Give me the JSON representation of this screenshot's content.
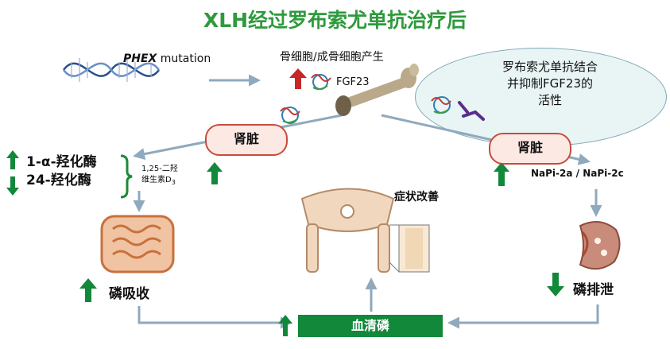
{
  "title": "XLH经过罗布索尤单抗治疗后",
  "phex": {
    "gene": "PHEX",
    "suffix": " mutation"
  },
  "bone": {
    "cells_label": "骨细胞/成骨细胞产生",
    "fgf23_label": "FGF23"
  },
  "antibody_bubble": {
    "line1": "罗布索尤单抗结合",
    "line2": "并抑制FGF23的",
    "line3": "活性"
  },
  "kidney_left": {
    "label": "肾脏"
  },
  "kidney_right": {
    "label": "肾脏"
  },
  "enzymes": {
    "line1": "1-α-羟化酶",
    "line2": "24-羟化酶"
  },
  "vitamin_d": {
    "line1": "1,25-二羟",
    "line2": "维生素D",
    "subscript": "3"
  },
  "transporter": {
    "label": "NaPi-2a / NaPi-2c"
  },
  "symptoms": {
    "label": "症状改善"
  },
  "absorption": {
    "label": "磷吸收"
  },
  "excretion": {
    "label": "磷排泄"
  },
  "serum": {
    "label": "血清磷"
  },
  "colors": {
    "title_green": "#2e9a3c",
    "arrow_green": "#12883a",
    "arrow_red": "#c62828",
    "flow_arrow": "#8fa9be",
    "kidney_pill_border": "#c84b3c",
    "bubble_fill": "#e8f5f4"
  },
  "icons": [
    "dna-helix-icon",
    "bone-icon",
    "protein-icon",
    "antibody-icon",
    "pelvis-icon",
    "intestine-icon",
    "kidney-icon",
    "bone-section-icon"
  ]
}
